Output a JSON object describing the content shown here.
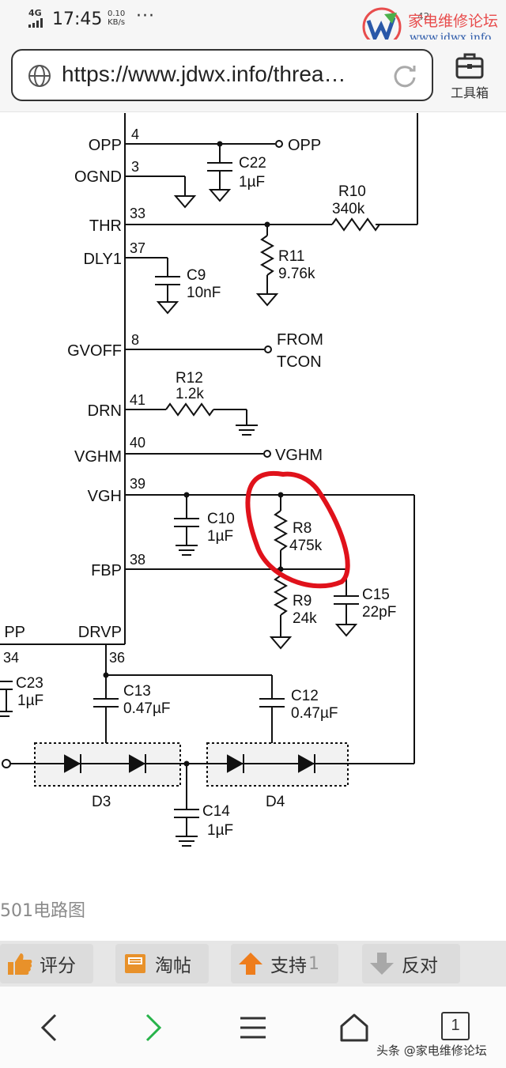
{
  "status_bar": {
    "network": "4G",
    "time": "17:45",
    "speed_value": "0.10",
    "speed_unit": "KB/s",
    "dots": "···",
    "right_text": "42"
  },
  "watermark": {
    "title": "家电维修论坛",
    "url": "www.jdwx.info",
    "bottom": "头条 @家电维修论坛"
  },
  "address_bar": {
    "url": "https://www.jdwx.info/threa…",
    "toolbox_label": "工具箱"
  },
  "schematic": {
    "pins": {
      "opp": "OPP",
      "ognd": "OGND",
      "thr": "THR",
      "dly1": "DLY1",
      "gvoff": "GVOFF",
      "drn": "DRN",
      "vghm": "VGHM",
      "vgh": "VGH",
      "fbp": "FBP",
      "drvp": "DRVP",
      "pp": "PP"
    },
    "pin_numbers": {
      "opp": "4",
      "ognd": "3",
      "thr": "33",
      "dly1": "37",
      "gvoff": "8",
      "drn": "41",
      "vghm": "40",
      "vgh": "39",
      "fbp": "38",
      "drvp": "36",
      "pp": "34"
    },
    "nets": {
      "opp": "OPP",
      "from": "FROM",
      "tcon": "TCON",
      "vghm": "VGHM"
    },
    "components": {
      "c22": {
        "name": "C22",
        "value": "1µF"
      },
      "r10": {
        "name": "R10",
        "value": "340k"
      },
      "r11": {
        "name": "R11",
        "value": "9.76k"
      },
      "c9": {
        "name": "C9",
        "value": "10nF"
      },
      "r12": {
        "name": "R12",
        "value": "1.2k"
      },
      "c10": {
        "name": "C10",
        "value": "1µF"
      },
      "r8": {
        "name": "R8",
        "value": "475k"
      },
      "r9": {
        "name": "R9",
        "value": "24k"
      },
      "c15": {
        "name": "C15",
        "value": "22pF"
      },
      "c23": {
        "name": "C23",
        "value": "1µF"
      },
      "c13": {
        "name": "C13",
        "value": "0.47µF"
      },
      "c12": {
        "name": "C12",
        "value": "0.47µF"
      },
      "c14": {
        "name": "C14",
        "value": "1µF"
      },
      "d3": {
        "name": "D3"
      },
      "d4": {
        "name": "D4"
      }
    },
    "highlight_color": "#e0121b"
  },
  "caption": "501电路图",
  "actions": {
    "rate": "评分",
    "save": "淘帖",
    "support": "支持",
    "support_count": "1",
    "oppose": "反对"
  },
  "nav": {
    "tabs_count": "1"
  },
  "colors": {
    "accent_green": "#27b34a",
    "highlight_red": "#e0121b",
    "thumb_orange": "#e8912a",
    "arrow_orange": "#ee7d1c"
  }
}
